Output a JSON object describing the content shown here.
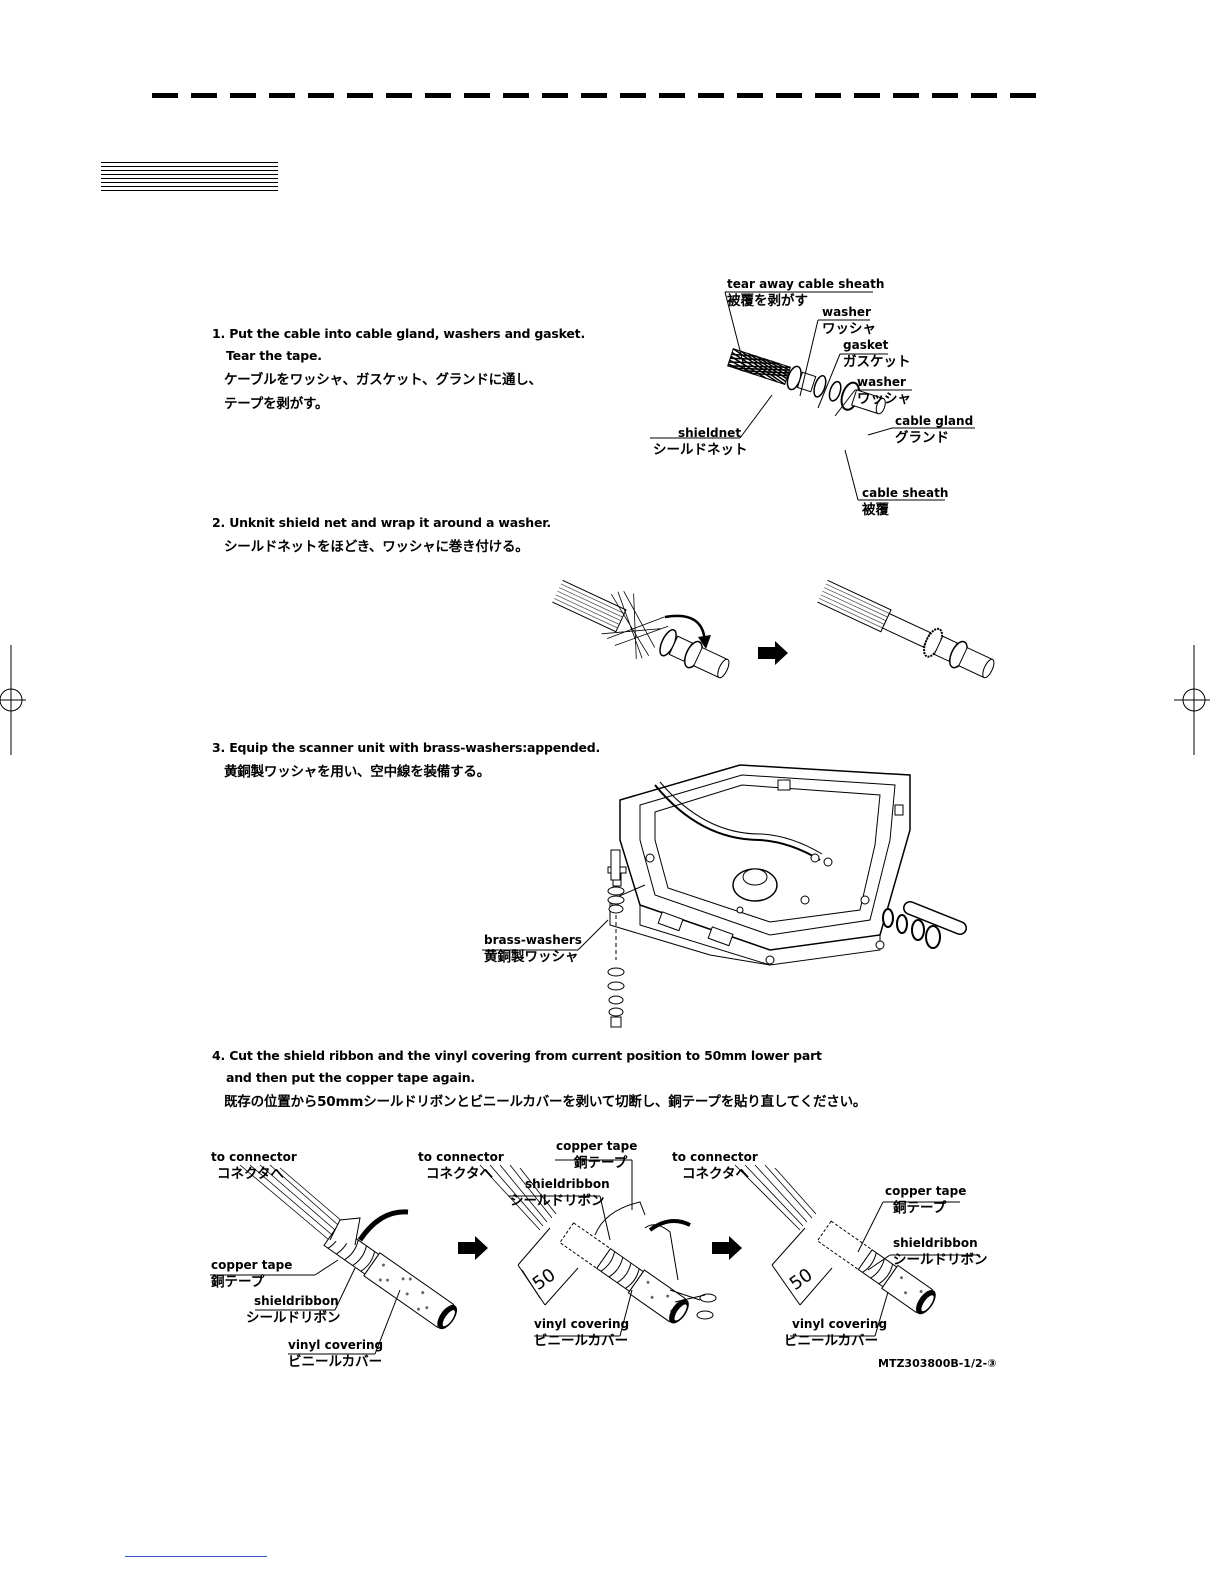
{
  "steps": [
    {
      "en": "1. Put the cable into cable gland, washers and gasket.",
      "en2": "Tear the tape.",
      "jp1": "ケーブルをワッシャ、ガスケット、グランドに通し、",
      "jp2": "テープを剥がす。"
    },
    {
      "en": "2. Unknit shield net and wrap it around a washer.",
      "jp1": "シールドネットをほどき、ワッシャに巻き付ける。"
    },
    {
      "en": "3. Equip the scanner unit with brass-washers:appended.",
      "jp1": "黄銅製ワッシャを用い、空中線を装備する。"
    },
    {
      "en": "4. Cut the shield ribbon and the vinyl covering from current position to 50mm lower part",
      "en2": "and then put the copper tape again.",
      "jp1": "既存の位置から50mmシールドリボンとビニールカバーを剥いて切断し、銅テープを貼り直してください。"
    }
  ],
  "fig1": {
    "tear": {
      "en": "tear away cable sheath",
      "jp": "被覆を剥がす"
    },
    "washer1": {
      "en": "washer",
      "jp": "ワッシャ"
    },
    "gasket": {
      "en": "gasket",
      "jp": "ガスケット"
    },
    "washer2": {
      "en": "washer",
      "jp": "ワッシャ"
    },
    "gland": {
      "en": "cable gland",
      "jp": "グランド"
    },
    "shieldnet": {
      "en": "shieldnet",
      "jp": "シールドネット"
    },
    "sheath": {
      "en": "cable sheath",
      "jp": "被覆"
    }
  },
  "fig3": {
    "brass": {
      "en": "brass-washers",
      "jp": "黄銅製ワッシャ"
    }
  },
  "fig4": {
    "a": {
      "conn_en": "to connector",
      "conn_jp": "コネクタへ",
      "copper_en": "copper tape",
      "copper_jp": "銅テープ",
      "ribbon_en": "shieldribbon",
      "ribbon_jp": "シールドリボン",
      "vinyl_en": "vinyl covering",
      "vinyl_jp": "ビニールカバー"
    },
    "b": {
      "conn_en": "to connector",
      "conn_jp": "コネクタへ",
      "copper_en": "copper tape",
      "copper_jp": "銅テープ",
      "ribbon_en": "shieldribbon",
      "ribbon_jp": "シールドリボン",
      "vinyl_en": "vinyl covering",
      "vinyl_jp": "ビニールカバー",
      "dim": "50"
    },
    "c": {
      "conn_en": "to connector",
      "conn_jp": "コネクタへ",
      "copper_en": "copper tape",
      "copper_jp": "銅テープ",
      "ribbon_en": "shieldribbon",
      "ribbon_jp": "シールドリボン",
      "vinyl_en": "vinyl covering",
      "vinyl_jp": "ビニールカバー",
      "dim": "50"
    }
  },
  "part_number": "MTZ303800B-1/2-③"
}
